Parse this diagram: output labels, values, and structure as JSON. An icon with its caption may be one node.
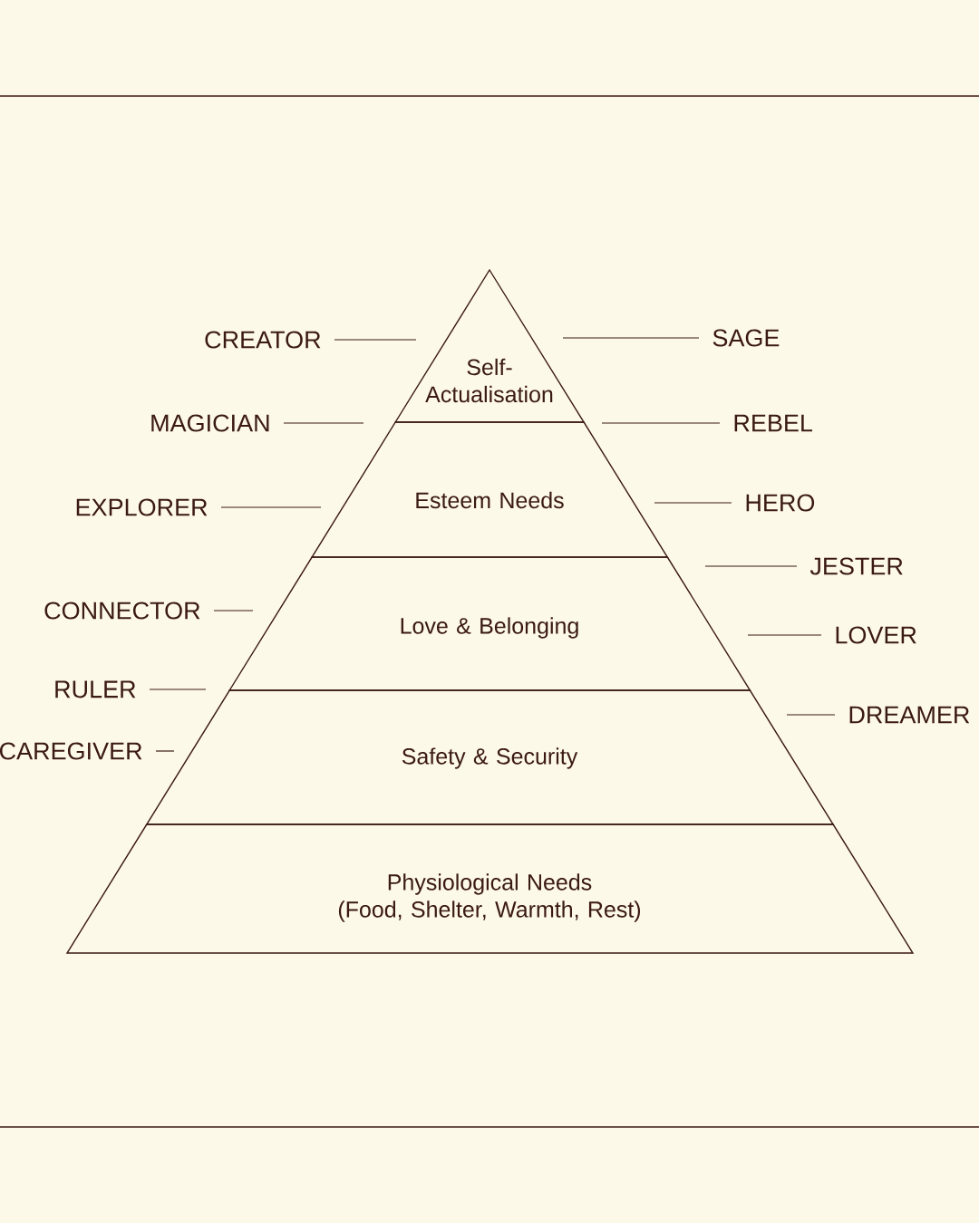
{
  "diagram": {
    "nodes": [
      {
        "text": [
          "Self- Actualisation"
        ]
      },
      {
        "text": [
          "Esteem Needs"
        ]
      },
      {
        "text": [
          "Love & Belonging"
        ]
      },
      {
        "text": [
          "Safety & Security"
        ]
      },
      {
        "text": [
          "Physiological Needs",
          "(Food, Shelter, Warmth, Rest)"
        ]
      },
      {
        "text": [
          "CREATOR"
        ]
      },
      {
        "text": [
          "SAGE"
        ]
      },
      {
        "text": [
          "MAGICIAN"
        ]
      },
      {
        "text": [
          "REBEL"
        ]
      },
      {
        "text": [
          "EXPLORER"
        ]
      },
      {
        "text": [
          "HERO"
        ]
      },
      {
        "text": [
          "JESTER"
        ]
      },
      {
        "text": [
          "CONNECTOR"
        ]
      },
      {
        "text": [
          "LOVER"
        ]
      },
      {
        "text": [
          "RULER"
        ]
      },
      {
        "text": [
          "DREAMER"
        ]
      },
      {
        "text": [
          "CAREGIVER"
        ]
      }
    ],
    "edges": [
      {
        "from": 5,
        "to": null,
        "arrow": "none"
      },
      {
        "from": 6,
        "to": null,
        "arrow": "none"
      },
      {
        "from": 7,
        "to": null,
        "arrow": "none"
      },
      {
        "from": 8,
        "to": null,
        "arrow": "none"
      },
      {
        "from": 9,
        "to": null,
        "arrow": "none"
      },
      {
        "from": 10,
        "to": null,
        "arrow": "none"
      },
      {
        "from": 11,
        "to": null,
        "arrow": "none"
      },
      {
        "from": 12,
        "to": null,
        "arrow": "none"
      },
      {
        "from": 13,
        "to": null,
        "arrow": "none"
      },
      {
        "from": 14,
        "to": null,
        "arrow": "none"
      },
      {
        "from": 15,
        "to": null,
        "arrow": "none"
      },
      {
        "from": 16,
        "to": null,
        "arrow": "none"
      }
    ]
  }
}
